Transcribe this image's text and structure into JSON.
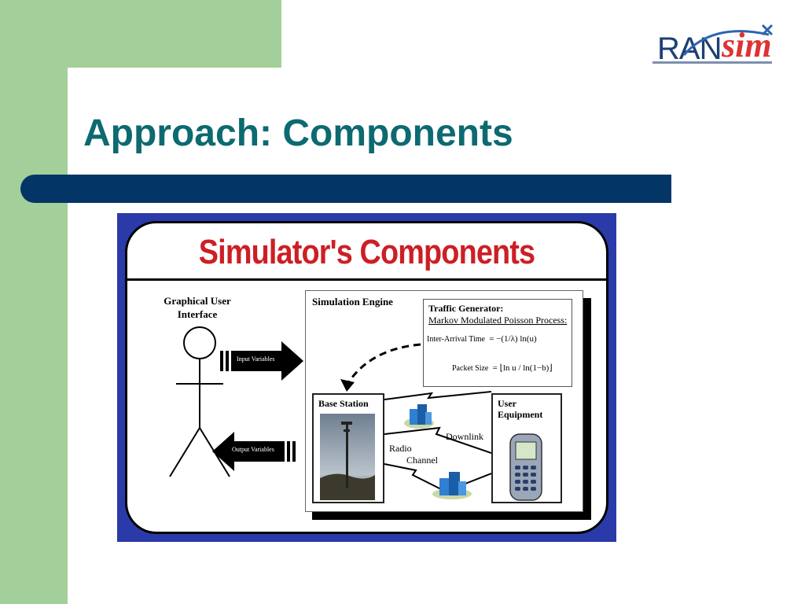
{
  "slide": {
    "title": "Approach: Components"
  },
  "logo": {
    "part1": "RAN",
    "part2": "sim"
  },
  "diagram": {
    "title": "Simulator's Components",
    "gui_label_line1": "Graphical User",
    "gui_label_line2": "Interface",
    "input_arrow": "Input Variables",
    "output_arrow": "Output Variables",
    "engine_label": "Simulation Engine",
    "traffic_title": "Traffic Generator:",
    "traffic_subtitle": "Markov Modulated Poisson Process:",
    "formula1_label": "Inter-Arrival Time",
    "formula2_label": "Packet Size",
    "base_station_label": "Base Station",
    "user_equipment_line1": "User",
    "user_equipment_line2": "Equipment",
    "downlink_label": "Downlink",
    "radio_line1": "Radio",
    "radio_line2": "Channel"
  },
  "colors": {
    "green_accent": "#a3d09a",
    "title_teal": "#0c6a70",
    "bar_navy": "#043567",
    "diagram_border_blue": "#2a3aa8",
    "diagram_title_red": "#cc1f25"
  },
  "icons": {
    "stick_figure": "person-icon",
    "buildings": "building-icon",
    "phone": "mobile-phone-icon",
    "tower": "antenna-tower-icon"
  }
}
